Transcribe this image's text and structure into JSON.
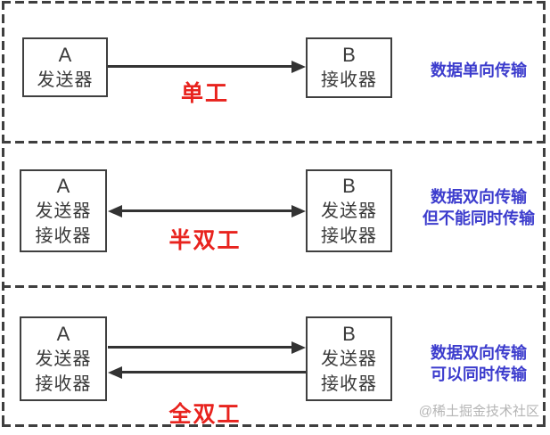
{
  "colors": {
    "background": "#ffffff",
    "frame_border": "#3f3f3f",
    "box_border": "#3f3f3f",
    "box_text": "#3a3a3a",
    "arrow": "#333333",
    "mode_label_red": "#e8231e",
    "description_blue": "#3c3ccd",
    "watermark_gray": "#b5b5b5"
  },
  "watermark": "@稀土掘金技术社区",
  "sections": [
    {
      "id": "simplex",
      "mode_label": "单工",
      "description_lines": [
        "数据单向传输"
      ],
      "box_a": {
        "title": "A",
        "lines": [
          "发送器"
        ]
      },
      "box_b": {
        "title": "B",
        "lines": [
          "接收器"
        ]
      },
      "arrows": [
        "a-to-b"
      ]
    },
    {
      "id": "half-duplex",
      "mode_label": "半双工",
      "description_lines": [
        "数据双向传输",
        "但不能同时传输"
      ],
      "box_a": {
        "title": "A",
        "lines": [
          "发送器",
          "接收器"
        ]
      },
      "box_b": {
        "title": "B",
        "lines": [
          "发送器",
          "接收器"
        ]
      },
      "arrows": [
        "bidirectional"
      ]
    },
    {
      "id": "full-duplex",
      "mode_label": "全双工",
      "description_lines": [
        "数据双向传输",
        "可以同时传输"
      ],
      "box_a": {
        "title": "A",
        "lines": [
          "发送器",
          "接收器"
        ]
      },
      "box_b": {
        "title": "B",
        "lines": [
          "发送器",
          "接收器"
        ]
      },
      "arrows": [
        "a-to-b",
        "b-to-a"
      ]
    }
  ]
}
